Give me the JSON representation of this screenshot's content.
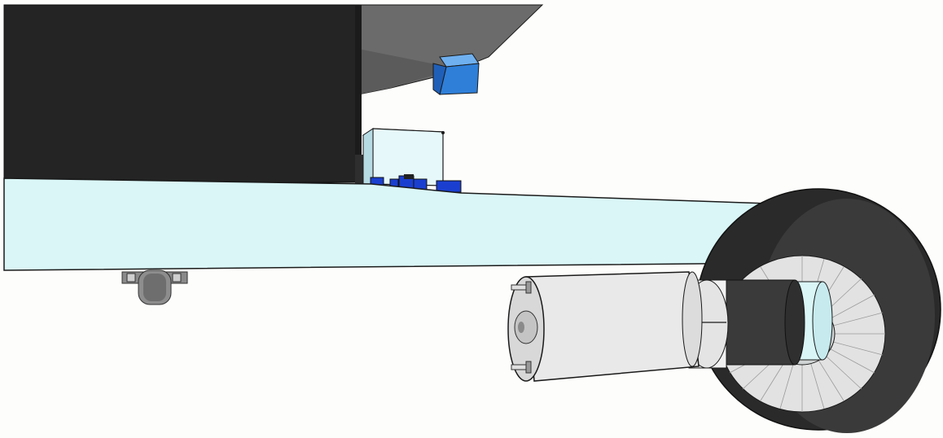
{
  "scene": {
    "kind": "3d-model-render",
    "colors": {
      "background": "#fdfdfb",
      "body_dark": "#242424",
      "hopper_grey": "#6a6a6a",
      "base_plate": "#daf6f7",
      "edge": "#1a1a1a",
      "blue_block": "#2f7fd8",
      "blue_clips": "#1a3fd0",
      "motor_body": "#e9e9e9",
      "motor_band": "#3a3a3a",
      "tire": "#2a2a2a",
      "rim": "#e2e2e2",
      "hub_cyan": "#daf6f7"
    },
    "parts": [
      "dark-enclosure",
      "grey-hopper",
      "blue-sensor-cube",
      "control-box",
      "blue-connectors",
      "base-plate",
      "caster-wheel",
      "dc-motor",
      "drive-wheel"
    ]
  }
}
